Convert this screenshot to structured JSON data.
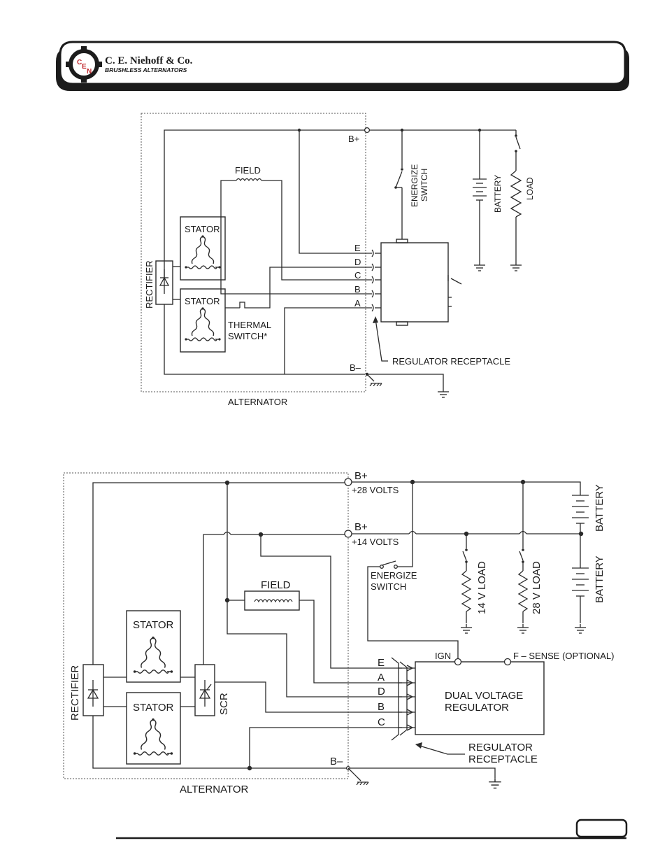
{
  "header": {
    "company": "C. E. Niehoff & Co.",
    "tagline": "BRUSHLESS ALTERNATORS",
    "logo_letters": [
      "C",
      "E",
      "N"
    ]
  },
  "diagram1": {
    "b_plus": "B+",
    "b_minus": "B–",
    "field": "FIELD",
    "stator_top": "STATOR",
    "stator_bottom": "STATOR",
    "rectifier": "RECTIFIER",
    "thermal_line1": "THERMAL",
    "thermal_line2": "SWITCH*",
    "energize_line1": "ENERGIZE",
    "energize_line2": "SWITCH",
    "battery": "BATTERY",
    "load": "LOAD",
    "pins": [
      "E",
      "D",
      "C",
      "B",
      "A"
    ],
    "regulator_receptacle": "REGULATOR RECEPTACLE",
    "alternator": "ALTERNATOR"
  },
  "diagram2": {
    "b_plus_28": "B+",
    "volts_28": "+28 VOLTS",
    "b_plus_14": "B+",
    "volts_14": "+14 VOLTS",
    "b_minus": "B–",
    "field": "FIELD",
    "stator_top": "STATOR",
    "stator_bottom": "STATOR",
    "rectifier": "RECTIFIER",
    "scr": "SCR",
    "energize_line1": "ENERGIZE",
    "energize_line2": "SWITCH",
    "battery_top": "BATTERY",
    "battery_bottom": "BATTERY",
    "load_14": "14 V LOAD",
    "load_28": "28 V LOAD",
    "ign": "IGN",
    "f_sense": "F – SENSE (OPTIONAL)",
    "regulator_line1": "DUAL VOLTAGE",
    "regulator_line2": "REGULATOR",
    "pins": [
      "E",
      "A",
      "D",
      "B",
      "C"
    ],
    "receptacle_line1": "REGULATOR",
    "receptacle_line2": "RECEPTACLE",
    "alternator": "ALTERNATOR"
  }
}
